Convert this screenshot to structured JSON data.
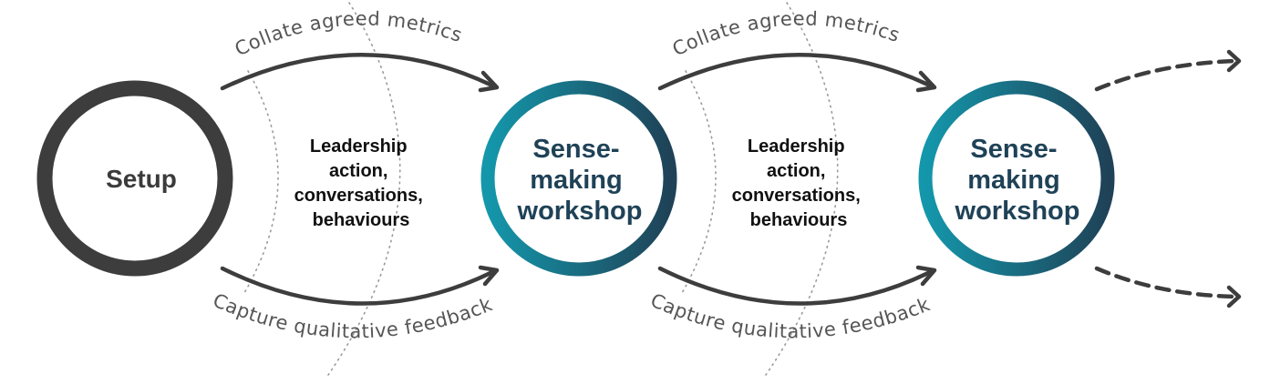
{
  "setup": {
    "label": "Setup",
    "color": "#3d3d3d"
  },
  "stages": [
    {
      "top_label": "Collate agreed metrics",
      "bottom_label": "Capture qualitative feedback",
      "middle_lines": [
        "Leadership",
        "action,",
        "conversations,",
        "behaviours"
      ],
      "workshop_lines": [
        "Sense-",
        "making",
        "workshop"
      ]
    },
    {
      "top_label": "Collate agreed metrics",
      "bottom_label": "Capture qualitative feedback",
      "middle_lines": [
        "Leadership",
        "action,",
        "conversations,",
        "behaviours"
      ],
      "workshop_lines": [
        "Sense-",
        "making",
        "workshop"
      ]
    }
  ],
  "colors": {
    "gradient_start": "#1497ab",
    "gradient_end": "#1f4257",
    "arrow": "#3d3d3d",
    "dotted": "#9a9a9a"
  }
}
